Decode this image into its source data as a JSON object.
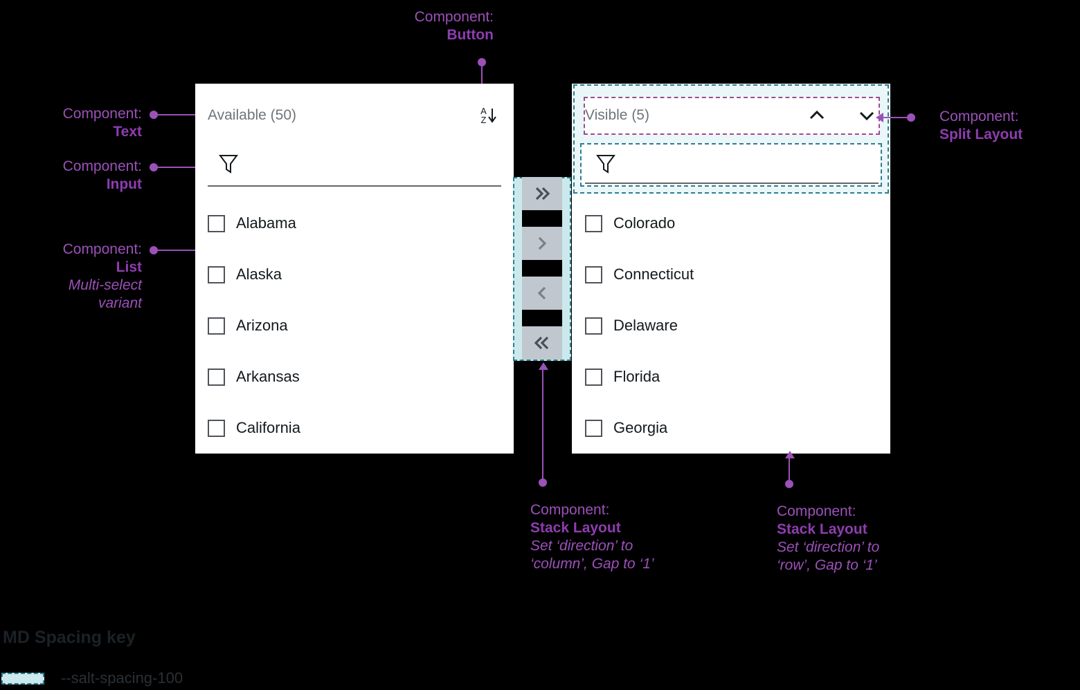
{
  "annotations": [
    {
      "id": "text",
      "label": "Component:",
      "name": "Text",
      "sub": ""
    },
    {
      "id": "input",
      "label": "Component:",
      "name": "Input",
      "sub": ""
    },
    {
      "id": "list",
      "label": "Component:",
      "name": "List",
      "sub": "Multi-select\nvariant"
    },
    {
      "id": "button",
      "label": "Component:",
      "name": "Button",
      "sub": ""
    },
    {
      "id": "splitlayout",
      "label": "Component:",
      "name": "Split Layout",
      "sub": ""
    },
    {
      "id": "stack-col",
      "label": "Component:",
      "name": "Stack Layout",
      "sub": "Set ‘direction’ to\n‘column’, Gap to ‘1’"
    },
    {
      "id": "stack-row",
      "label": "Component:",
      "name": "Stack Layout",
      "sub": "Set ‘direction’ to\n‘row’, Gap to ‘1’"
    }
  ],
  "annotation_text": {
    "component_label": "Component:",
    "text_name": "Text",
    "input_name": "Input",
    "list_name": "List",
    "list_sub_1": "Multi-select",
    "list_sub_2": "variant",
    "button_name": "Button",
    "split_name": "Split Layout",
    "stack_col_name": "Stack Layout",
    "stack_col_sub_1": "Set ‘direction’ to",
    "stack_col_sub_2": "‘column’, Gap to ‘1’",
    "stack_row_name": "Stack Layout",
    "stack_row_sub_1": "Set ‘direction’ to",
    "stack_row_sub_2": "‘row’, Gap to ‘1’"
  },
  "available_panel": {
    "title": "Available (50)",
    "sort_icon": "sort-az-descending-icon",
    "sort_letters": {
      "top": "A",
      "bottom": "Z",
      "arrow": "↓"
    },
    "filter_icon": "filter-funnel-icon",
    "filter_value": "",
    "filter_placeholder": "",
    "items": [
      {
        "label": "Alabama",
        "checked": false
      },
      {
        "label": "Alaska",
        "checked": false
      },
      {
        "label": "Arizona",
        "checked": false
      },
      {
        "label": "Arkansas",
        "checked": false
      },
      {
        "label": "California",
        "checked": false
      }
    ]
  },
  "visible_panel": {
    "title": "Visible (5)",
    "move_up_icon": "chevron-up-icon",
    "move_down_icon": "chevron-down-icon",
    "filter_icon": "filter-funnel-icon",
    "filter_value": "",
    "filter_placeholder": "",
    "items": [
      {
        "label": "Colorado",
        "checked": false
      },
      {
        "label": "Connecticut",
        "checked": false
      },
      {
        "label": "Delaware",
        "checked": false
      },
      {
        "label": "Florida",
        "checked": false
      },
      {
        "label": "Georgia",
        "checked": false
      }
    ]
  },
  "transfer_buttons": [
    {
      "id": "move-all-right",
      "glyph": "»",
      "icon": "double-chevron-right-icon"
    },
    {
      "id": "move-right",
      "glyph": "›",
      "icon": "chevron-right-icon"
    },
    {
      "id": "move-left",
      "glyph": "‹",
      "icon": "chevron-left-icon"
    },
    {
      "id": "move-all-left",
      "glyph": "«",
      "icon": "double-chevron-left-icon"
    }
  ],
  "spacing_key": {
    "title": "MD Spacing key",
    "token": "--salt-spacing-100"
  },
  "colors": {
    "accent_purple": "#9B51B8",
    "accent_purple_bold": "#8E3DB0",
    "spacing_fill": "#CBE9EC",
    "spacing_border": "#2A7F8E",
    "overlay_purple": "#9B4D8E",
    "panel_bg": "#FFFFFF",
    "background": "#000000",
    "title_text": "#6D7479",
    "item_text": "#13191D",
    "button_bg": "#C1C7CE"
  }
}
